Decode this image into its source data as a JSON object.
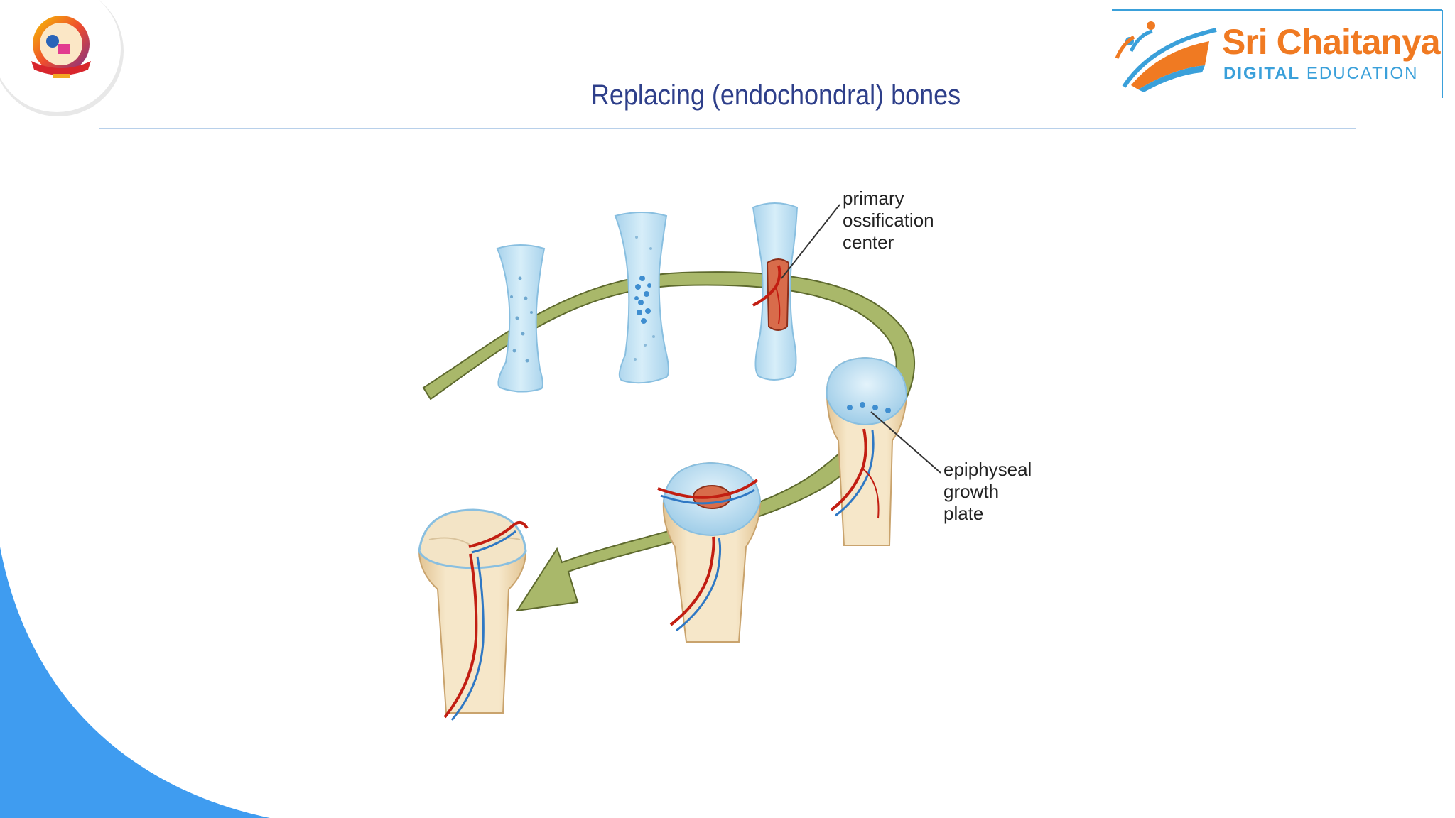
{
  "slide": {
    "title": "Replacing (endochondral) bones"
  },
  "brand": {
    "name": "Sri Chaitanya",
    "subtitle_bold": "DIGITAL",
    "subtitle_light": "EDUCATION"
  },
  "diagram": {
    "label_primary": [
      "primary",
      "ossification",
      "center"
    ],
    "label_epiphyseal": [
      "epiphyseal",
      "growth",
      "plate"
    ]
  },
  "colors": {
    "title": "#2e3f8a",
    "arrow": "#a9b86a",
    "cartilage": "#bfe0f2",
    "bone": "#f1dcb8",
    "artery": "#d42c1e",
    "vein": "#2f78c4",
    "blue_corner": "#3f9cf0",
    "brand_orange": "#f07a22",
    "brand_blue": "#3aa0da"
  }
}
